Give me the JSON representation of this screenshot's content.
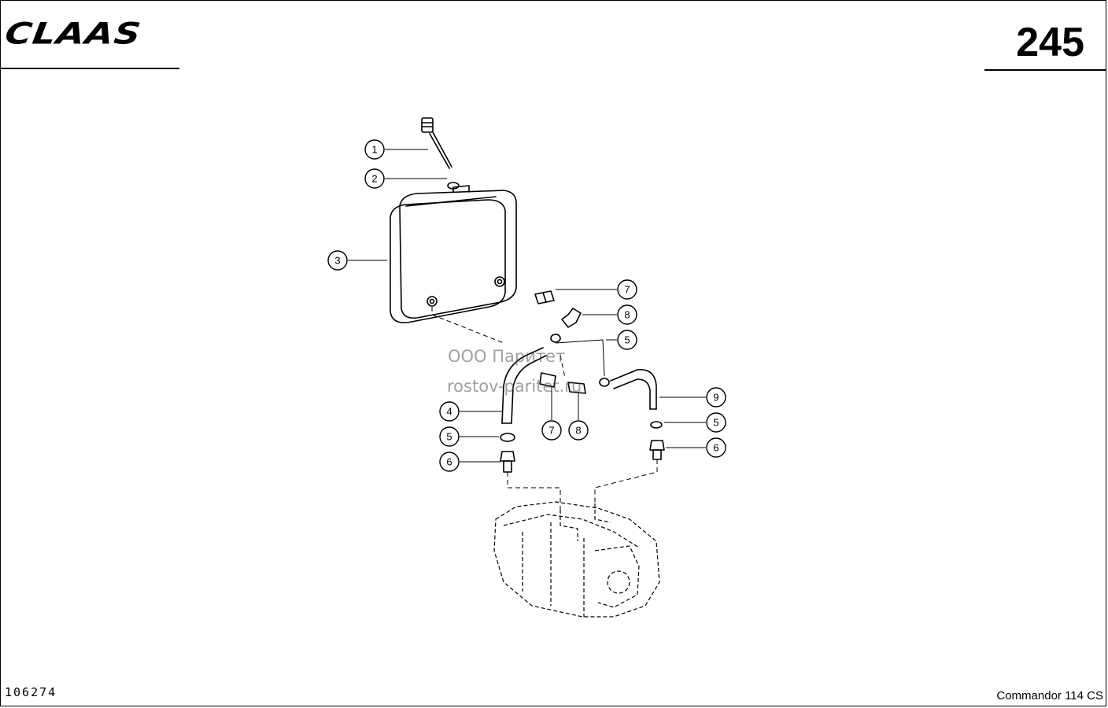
{
  "header": {
    "brand": "CLAAS",
    "page_number": "245"
  },
  "footer": {
    "drawing_number": "106274",
    "model": "Commandor 114 CS"
  },
  "watermark": {
    "line1": "ООО Паритет",
    "line2": "rostov-paritet.ru"
  },
  "callouts": [
    {
      "id": "c1",
      "label": "1"
    },
    {
      "id": "c2",
      "label": "2"
    },
    {
      "id": "c3",
      "label": "3"
    },
    {
      "id": "c7a",
      "label": "7"
    },
    {
      "id": "c8a",
      "label": "8"
    },
    {
      "id": "c5a",
      "label": "5"
    },
    {
      "id": "c9",
      "label": "9"
    },
    {
      "id": "c4",
      "label": "4"
    },
    {
      "id": "c5b",
      "label": "5"
    },
    {
      "id": "c6a",
      "label": "6"
    },
    {
      "id": "c7b",
      "label": "7"
    },
    {
      "id": "c8b",
      "label": "8"
    },
    {
      "id": "c5c",
      "label": "5"
    },
    {
      "id": "c6b",
      "label": "6"
    }
  ]
}
